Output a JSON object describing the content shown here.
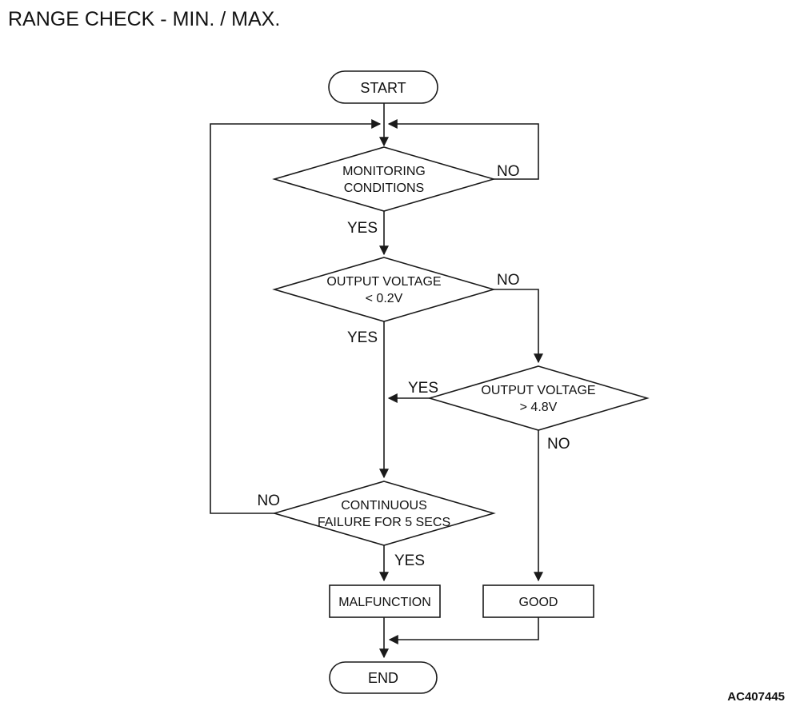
{
  "title": "RANGE CHECK - MIN. / MAX.",
  "figure_id": "AC407445",
  "colors": {
    "ink": "#1a1a1a",
    "text": "#111111",
    "background": "#ffffff"
  },
  "flowchart": {
    "nodes": {
      "start": {
        "type": "terminator",
        "label": "START"
      },
      "monitoring_conditions": {
        "type": "decision",
        "line1": "MONITORING",
        "line2": "CONDITIONS"
      },
      "output_voltage_low": {
        "type": "decision",
        "line1": "OUTPUT VOLTAGE",
        "line2": "< 0.2V"
      },
      "output_voltage_high": {
        "type": "decision",
        "line1": "OUTPUT VOLTAGE",
        "line2": "> 4.8V"
      },
      "continuous_failure": {
        "type": "decision",
        "line1": "CONTINUOUS",
        "line2": "FAILURE FOR 5 SECS"
      },
      "malfunction": {
        "type": "process",
        "label": "MALFUNCTION"
      },
      "good": {
        "type": "process",
        "label": "GOOD"
      },
      "end": {
        "type": "terminator",
        "label": "END"
      }
    },
    "branch_labels": {
      "monitoring_no": "NO",
      "monitoring_yes": "YES",
      "output_low_no": "NO",
      "output_low_yes": "YES",
      "output_high_yes": "YES",
      "output_high_no": "NO",
      "continuous_no": "NO",
      "continuous_yes": "YES"
    }
  }
}
